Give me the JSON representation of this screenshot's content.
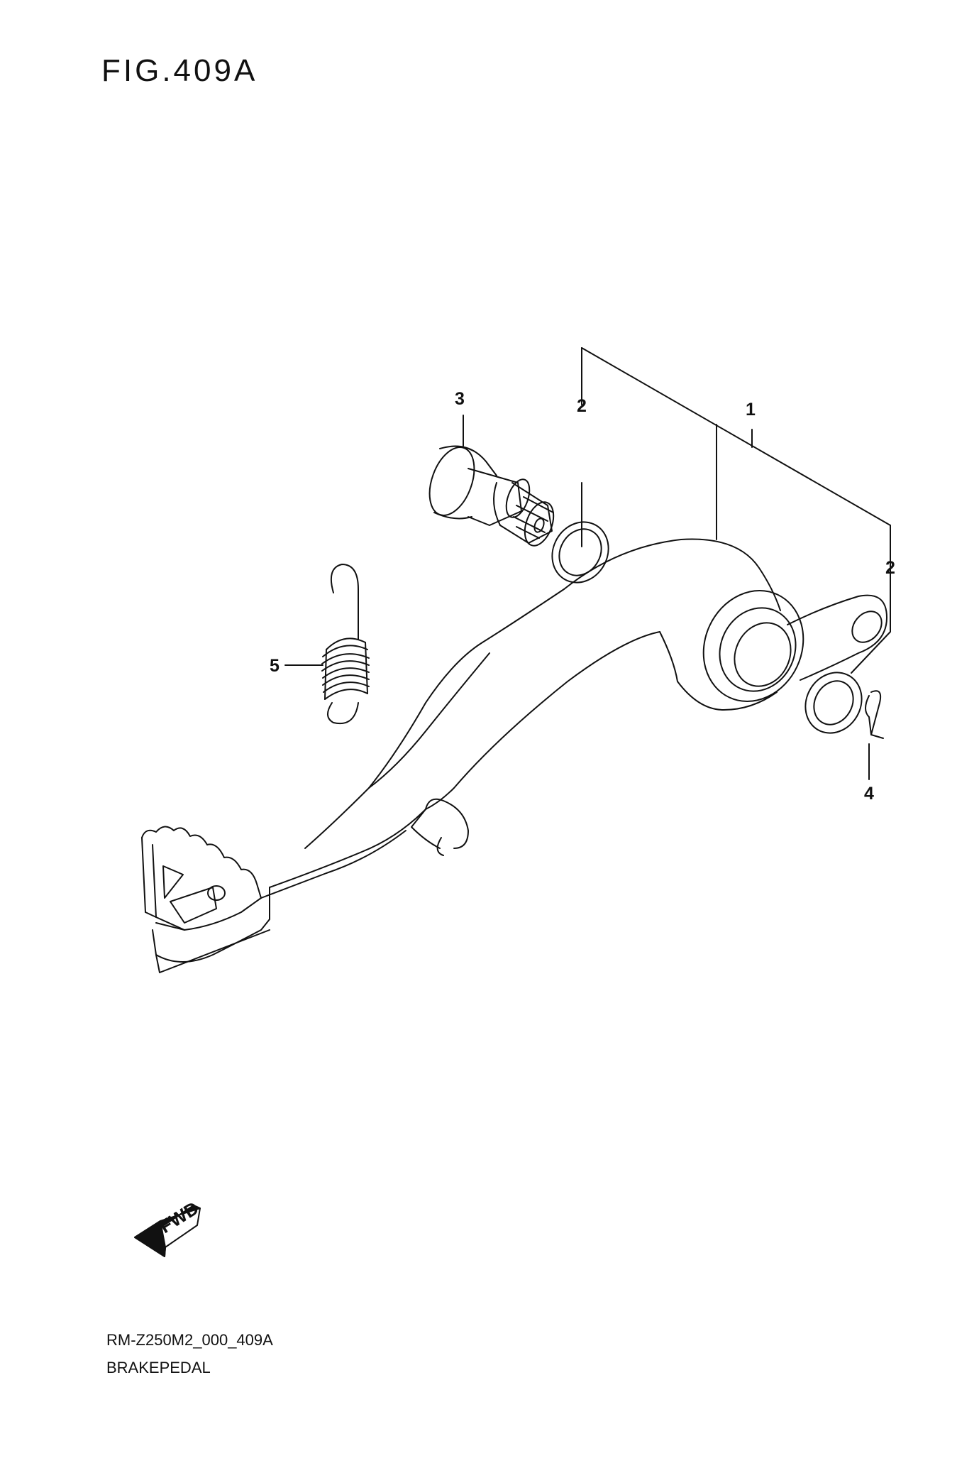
{
  "figure": {
    "title": "FIG.409A"
  },
  "callouts": [
    {
      "id": "3",
      "label": "3"
    },
    {
      "id": "2a",
      "label": "2"
    },
    {
      "id": "1",
      "label": "1"
    },
    {
      "id": "2b",
      "label": "2"
    },
    {
      "id": "5",
      "label": "5"
    },
    {
      "id": "4",
      "label": "4"
    }
  ],
  "fwd_arrow": {
    "label": "FWD"
  },
  "footer": {
    "code": "RM-Z250M2_000_409A",
    "name": "BRAKEPEDAL"
  },
  "colors": {
    "line": "#111111",
    "background": "#ffffff"
  }
}
